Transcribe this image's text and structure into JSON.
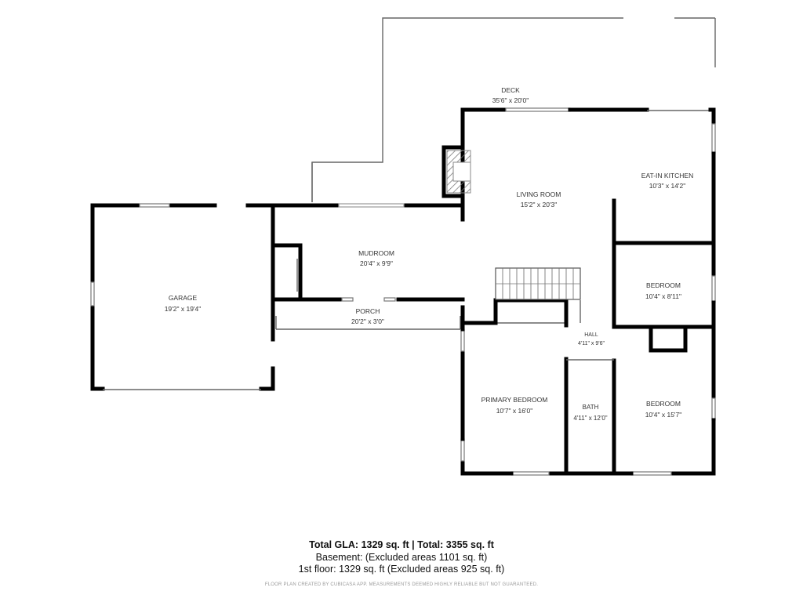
{
  "rooms": {
    "deck": {
      "name": "DECK",
      "dims": "35'6\" x 20'0\""
    },
    "living": {
      "name": "LIVING ROOM",
      "dims": "15'2\" x 20'3\""
    },
    "kitchen": {
      "name": "EAT-IN KITCHEN",
      "dims": "10'3\" x 14'2\""
    },
    "mudroom": {
      "name": "MUDROOM",
      "dims": "20'4\" x 9'9\""
    },
    "garage": {
      "name": "GARAGE",
      "dims": "19'2\" x 19'4\""
    },
    "porch": {
      "name": "PORCH",
      "dims": "20'2\" x 3'0\""
    },
    "bedroom1": {
      "name": "BEDROOM",
      "dims": "10'4\" x 8'11\""
    },
    "hall": {
      "name": "HALL",
      "dims": "4'11\" x 9'6\""
    },
    "primary": {
      "name": "PRIMARY BEDROOM",
      "dims": "10'7\" x 16'0\""
    },
    "bath": {
      "name": "BATH",
      "dims": "4'11\" x 12'0\""
    },
    "bedroom2": {
      "name": "BEDROOM",
      "dims": "10'4\" x 15'7\""
    }
  },
  "summary": {
    "total": "Total GLA: 1329 sq. ft | Total: 3355 sq. ft",
    "basement": "Basement: (Excluded areas 1101 sq. ft)",
    "floor1": "1st floor: 1329 sq. ft (Excluded areas 925 sq. ft)",
    "disclaimer": "FLOOR PLAN CREATED BY CUBICASA APP. MEASUREMENTS DEEMED HIGHLY RELIABLE BUT NOT GUARANTEED."
  }
}
